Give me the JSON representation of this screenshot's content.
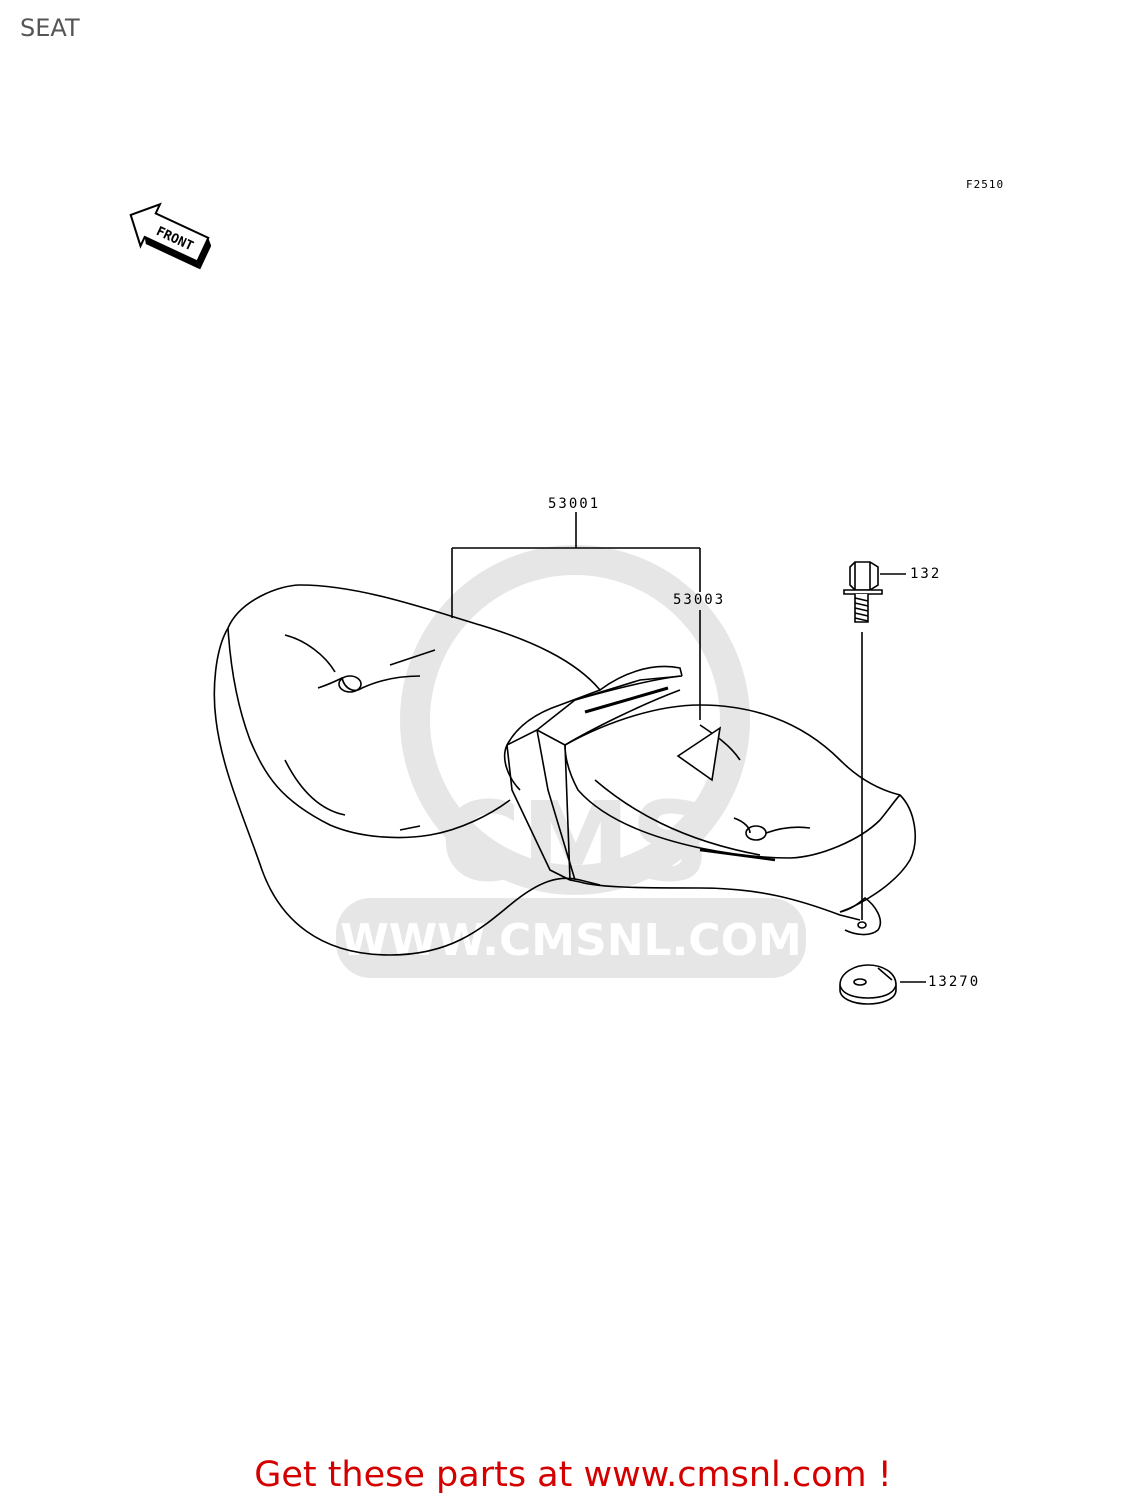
{
  "page": {
    "title": "SEAT",
    "figure_code": "F2510",
    "footer": "Get these parts at www.cmsnl.com !"
  },
  "arrow": {
    "label": "FRONT"
  },
  "watermark": {
    "text": "WWW.CMSNL.COM",
    "logo": "CMS"
  },
  "parts": {
    "seat_assy": "53001",
    "seat_cover": "53003",
    "bolt": "132",
    "damper": "13270"
  },
  "colors": {
    "footer": "#d40000",
    "title": "#555555",
    "watermark": "#e6e6e6"
  }
}
